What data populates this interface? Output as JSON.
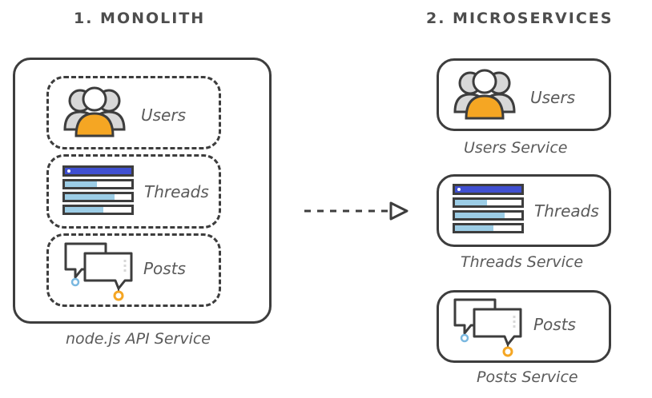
{
  "monolith": {
    "heading": "1. MONOLITH",
    "caption": "node.js API Service",
    "modules": {
      "users": "Users",
      "threads": "Threads",
      "posts": "Posts"
    }
  },
  "microservices": {
    "heading": "2. MICROSERVICES",
    "services": {
      "users": {
        "label": "Users",
        "caption": "Users Service"
      },
      "threads": {
        "label": "Threads",
        "caption": "Threads Service"
      },
      "posts": {
        "label": "Posts",
        "caption": "Posts Service"
      }
    }
  },
  "colors": {
    "outline": "#3d3d3d",
    "user_orange": "#f5a623",
    "user_grey": "#d8d8d8",
    "list_blue": "#3f4fd1",
    "list_lightblue": "#9ccde6",
    "post_blue": "#7ab8e0",
    "post_orange": "#f5a623"
  },
  "icons": [
    "users-icon",
    "threads-list-icon",
    "posts-chat-icon",
    "arrow-right-icon"
  ]
}
